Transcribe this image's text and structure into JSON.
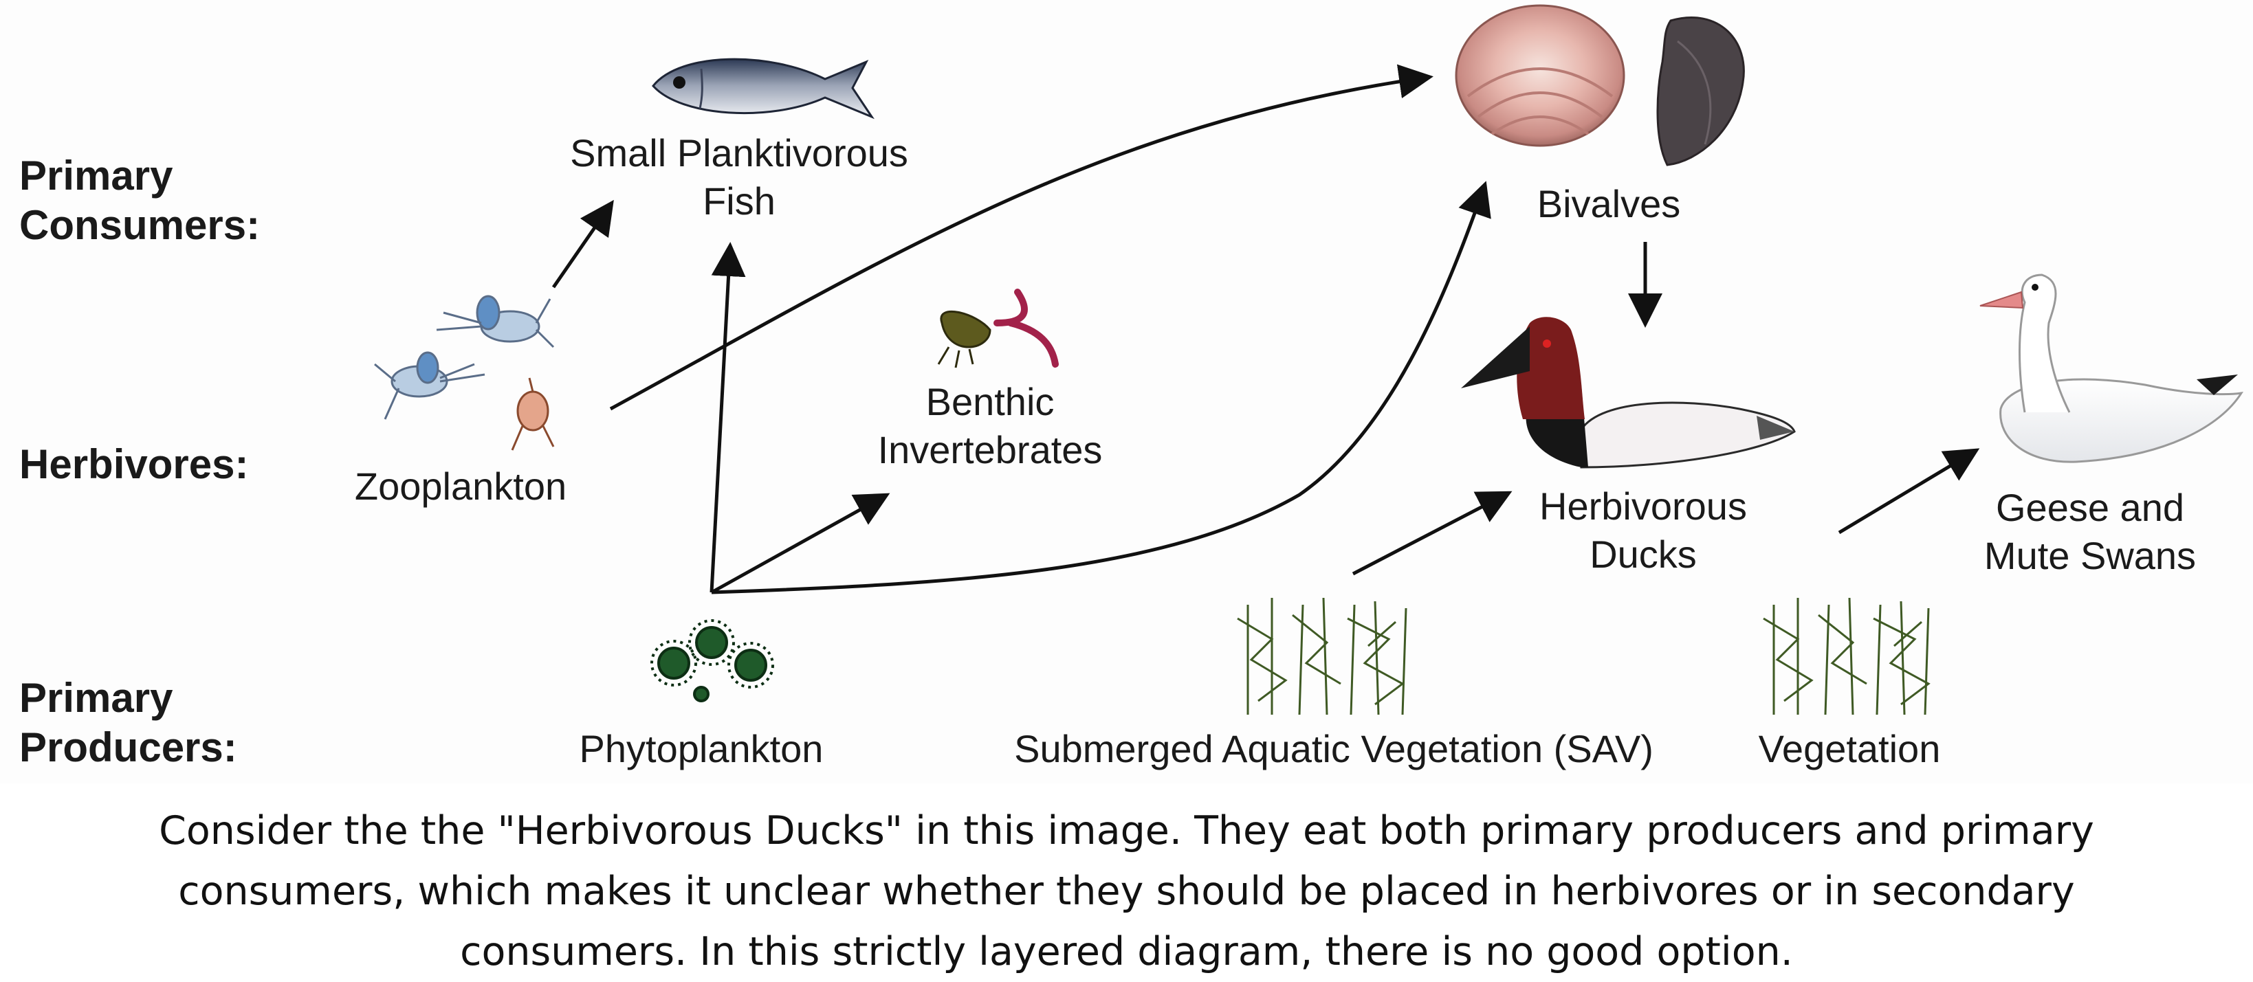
{
  "tiers": {
    "primary_consumers": [
      "Primary",
      "Consumers:"
    ],
    "herbivores": "Herbivores:",
    "primary_producers": [
      "Primary",
      "Producers:"
    ]
  },
  "organisms": {
    "small_planktivorous_fish": [
      "Small Planktivorous",
      "Fish"
    ],
    "bivalves": "Bivalves",
    "zooplankton": "Zooplankton",
    "benthic_invertebrates": [
      "Benthic",
      "Invertebrates"
    ],
    "herbivorous_ducks": [
      "Herbivorous",
      "Ducks"
    ],
    "geese_and_mute_swans": [
      "Geese and",
      "Mute Swans"
    ],
    "phytoplankton": "Phytoplankton",
    "sav": "Submerged Aquatic Vegetation (SAV)",
    "vegetation": "Vegetation"
  },
  "caption": [
    "Consider the the \"Herbivorous Ducks\" in this image. They eat both primary producers and primary",
    "consumers, which makes it unclear whether they should be placed in herbivores or in secondary",
    "consumers. In this strictly layered diagram, there is no good option."
  ],
  "colors": {
    "arrow": "#111111",
    "duck_head": "#7a1c1c",
    "phytoplankton": "#1f5a2a",
    "clam": "#d9a6a0",
    "mussel": "#4a4347"
  }
}
